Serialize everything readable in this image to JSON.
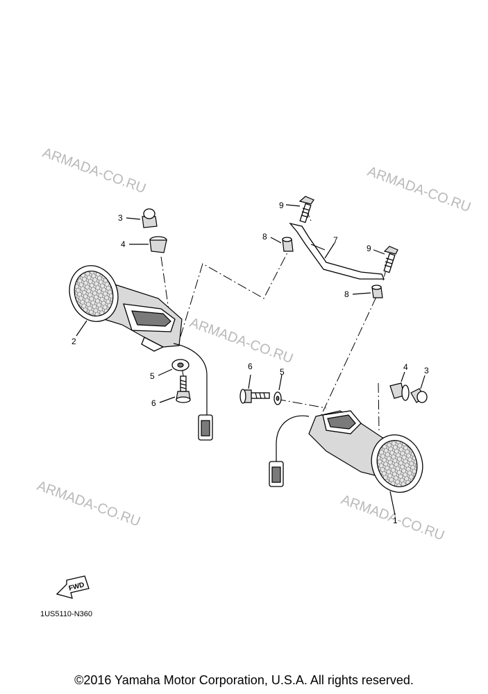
{
  "watermarks": [
    "ARMADA-CO.RU",
    "ARMADA-CO.RU",
    "ARMADA-CO.RU",
    "ARMADA-CO.RU",
    "ARMADA-CO.RU"
  ],
  "callouts": {
    "c1": "1",
    "c2": "2",
    "c3a": "3",
    "c3b": "3",
    "c4a": "4",
    "c4b": "4",
    "c5a": "5",
    "c5b": "5",
    "c6a": "6",
    "c6b": "6",
    "c7": "7",
    "c8a": "8",
    "c8b": "8",
    "c9a": "9",
    "c9b": "9"
  },
  "fwd_label": "FWD",
  "diagram_code": "1US5110-N360",
  "copyright": "©2016 Yamaha Motor Corporation, U.S.A. All rights reserved."
}
